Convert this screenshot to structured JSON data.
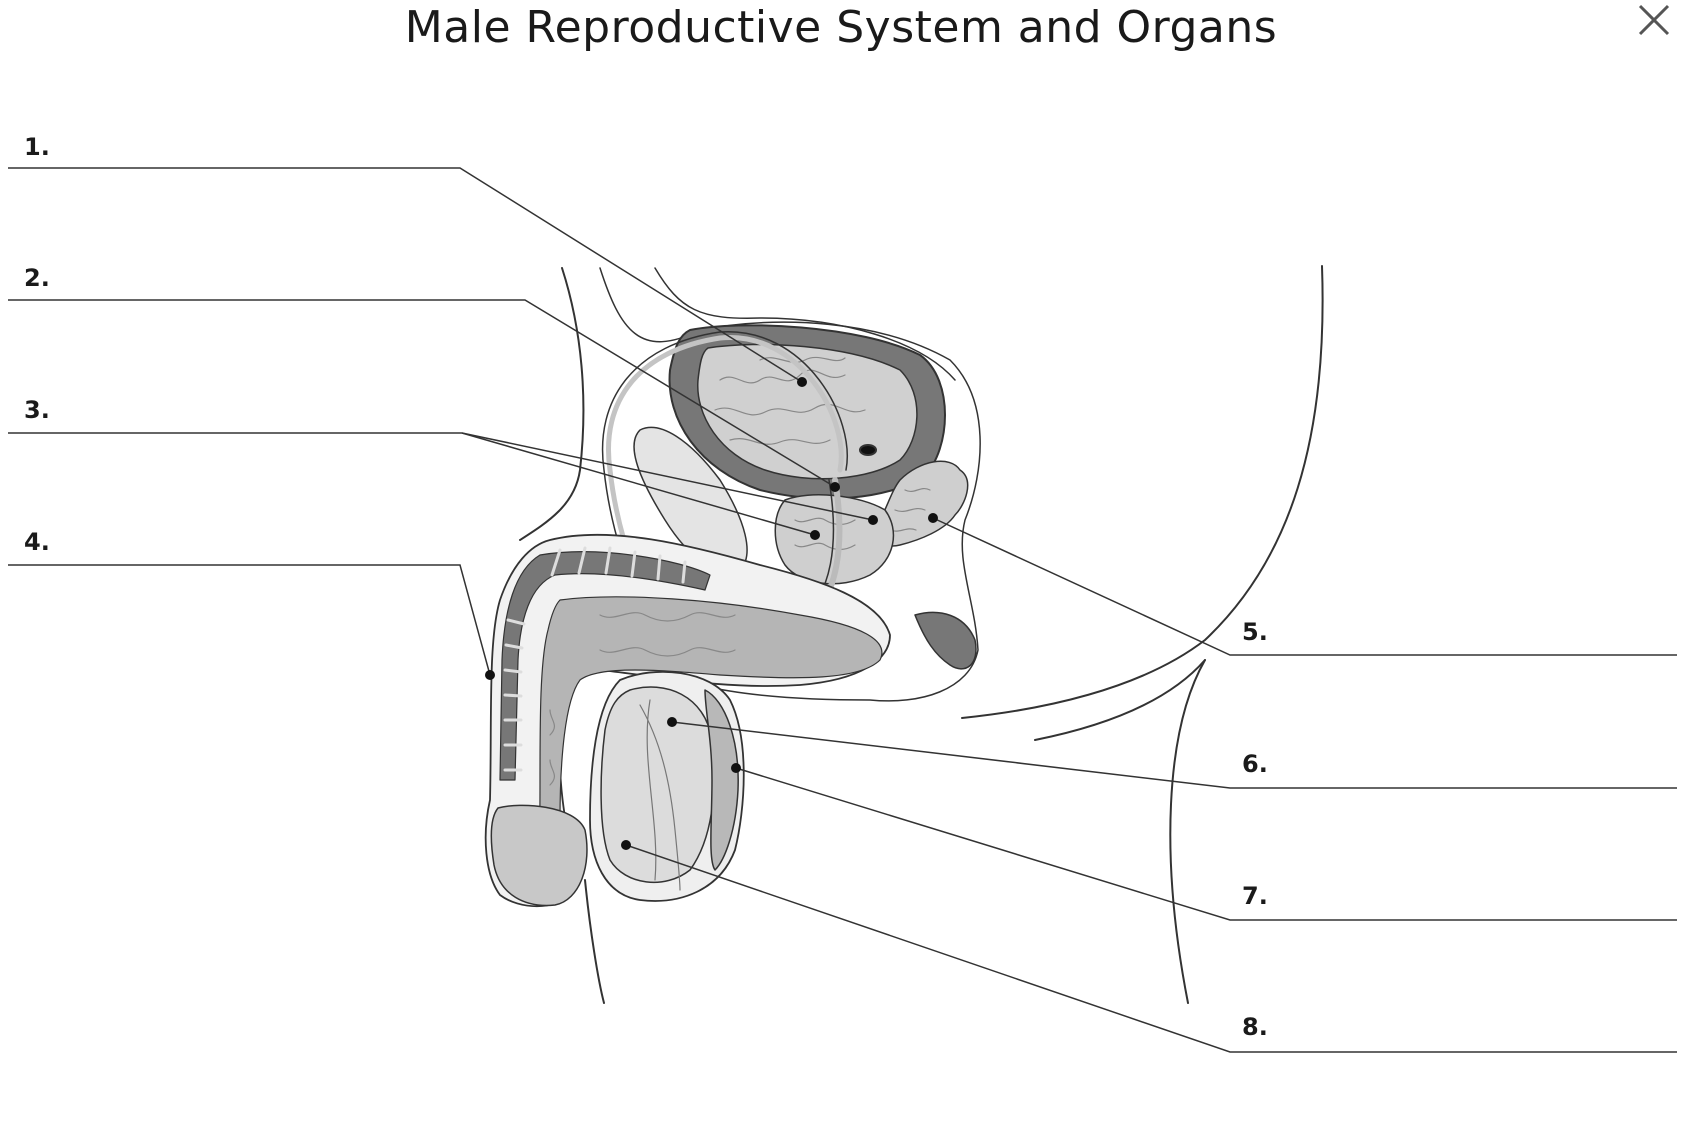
{
  "title": "Male Reproductive System and Organs",
  "labels": {
    "l1": "1.",
    "l2": "2.",
    "l3": "3.",
    "l4": "4.",
    "l5": "5.",
    "l6": "6.",
    "l7": "7.",
    "l8": "8."
  },
  "colors": {
    "line": "#333333",
    "dark_tissue": "#777777",
    "mid_tissue": "#aaaaaa",
    "light_tissue": "#cfcfcf",
    "pale_tissue": "#e4e4e4"
  },
  "icons": {
    "close": "close-icon"
  }
}
